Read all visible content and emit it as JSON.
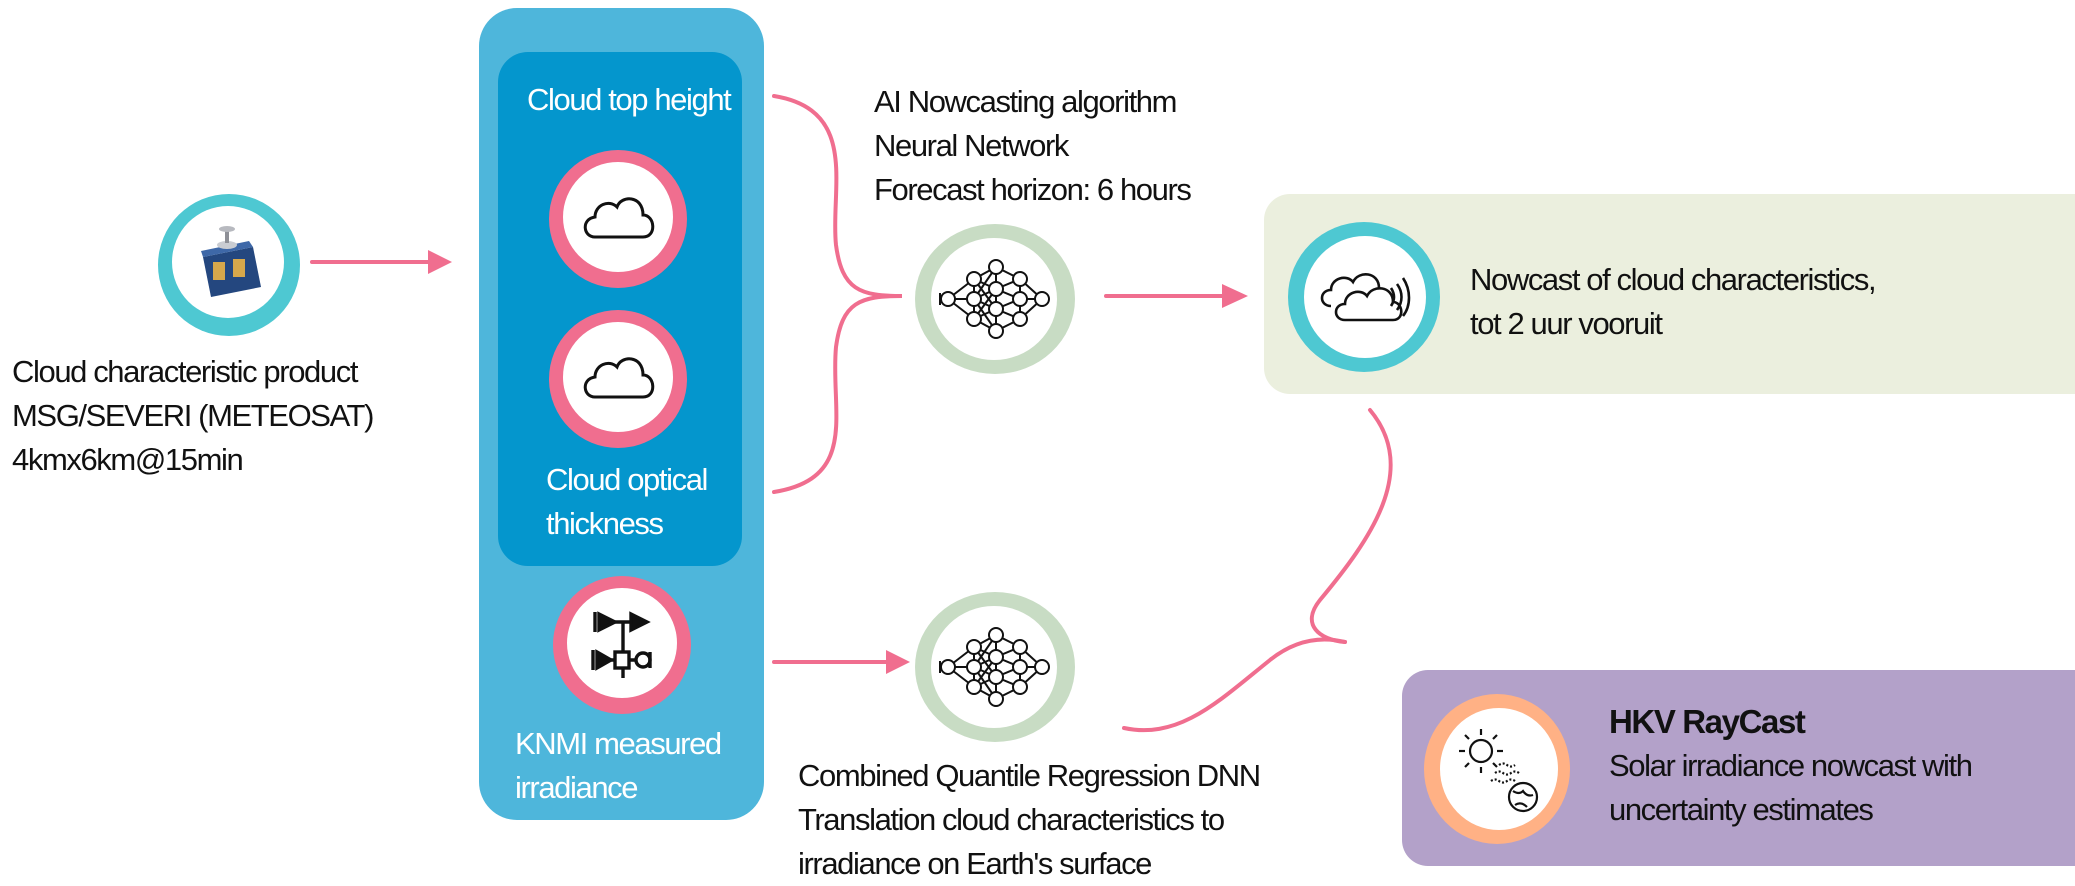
{
  "satellite": {
    "lines": [
      "Cloud characteristic product",
      "MSG/SEVERI (METEOSAT)",
      "4kmx6km@15min"
    ]
  },
  "inputs_panel": {
    "cloud_top_height": "Cloud top height",
    "cloud_optical_thickness": [
      "Cloud optical",
      "thickness"
    ],
    "knmi_irradiance": [
      "KNMI measured",
      "irradiance"
    ]
  },
  "nowcasting": {
    "lines": [
      "AI Nowcasting algorithm",
      "Neural Network",
      "Forecast horizon: 6 hours"
    ]
  },
  "qr_dnn": {
    "lines": [
      "Combined Quantile Regression DNN",
      "Translation cloud characteristics to",
      "irradiance on Earth's surface"
    ]
  },
  "nowcast_output": {
    "lines": [
      "Nowcast of cloud characteristics,",
      "tot 2 uur vooruit"
    ]
  },
  "raycast": {
    "title": "HKV RayCast",
    "lines": [
      "Solar irradiance nowcast with",
      "uncertainty estimates"
    ]
  },
  "colors": {
    "panel_outer": "#4eb6db",
    "panel_inner": "#0496cd",
    "pink": "#f06e8f",
    "teal": "#4ec8d2",
    "sage": "#c8dcc4",
    "output_bg": "#ebefde",
    "raycast_bg": "#b3a1c9",
    "peach": "#ffb185"
  },
  "icons": [
    "satellite-icon",
    "cloud-icon",
    "sensor-icon",
    "neural-network-icon",
    "clouds-wind-icon",
    "sun-earth-icon"
  ]
}
